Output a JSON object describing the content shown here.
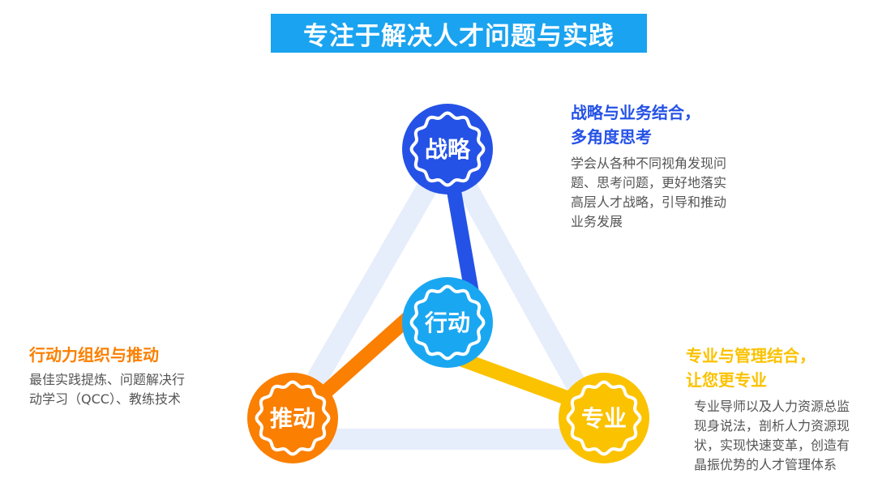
{
  "title": "专注于解决人才问题与实践",
  "colors": {
    "banner": "#1aa3f0",
    "triangle": "#e6edfb",
    "strategy": "#2552e6",
    "push": "#fb7f00",
    "pro": "#fbc200",
    "action": "#1aa7f2"
  },
  "nodes": {
    "strategy": {
      "label": "战略"
    },
    "push": {
      "label": "推动"
    },
    "pro": {
      "label": "专业"
    },
    "action": {
      "label": "行动"
    }
  },
  "blocks": {
    "strategy": {
      "heading_line1": "战略与业务结合，",
      "heading_line2": "多角度思考",
      "body_lines": [
        "学会从各种不同视角发现问",
        "题、思考问题，更好地落实",
        "高层人才战略，引导和推动",
        "业务发展"
      ]
    },
    "push": {
      "heading_line1": "行动力组织与推动",
      "body_lines": [
        "最佳实践提炼、问题解决行",
        "动学习（QCC）、教练技术"
      ]
    },
    "pro": {
      "heading_line1": "专业与管理结合，",
      "heading_line2": "让您更专业",
      "body_lines": [
        "专业导师以及人力资源总监",
        "现身说法，剖析人力资源现",
        "状，实现快速变革，创造有",
        "晶振优势的人才管理体系"
      ]
    }
  }
}
